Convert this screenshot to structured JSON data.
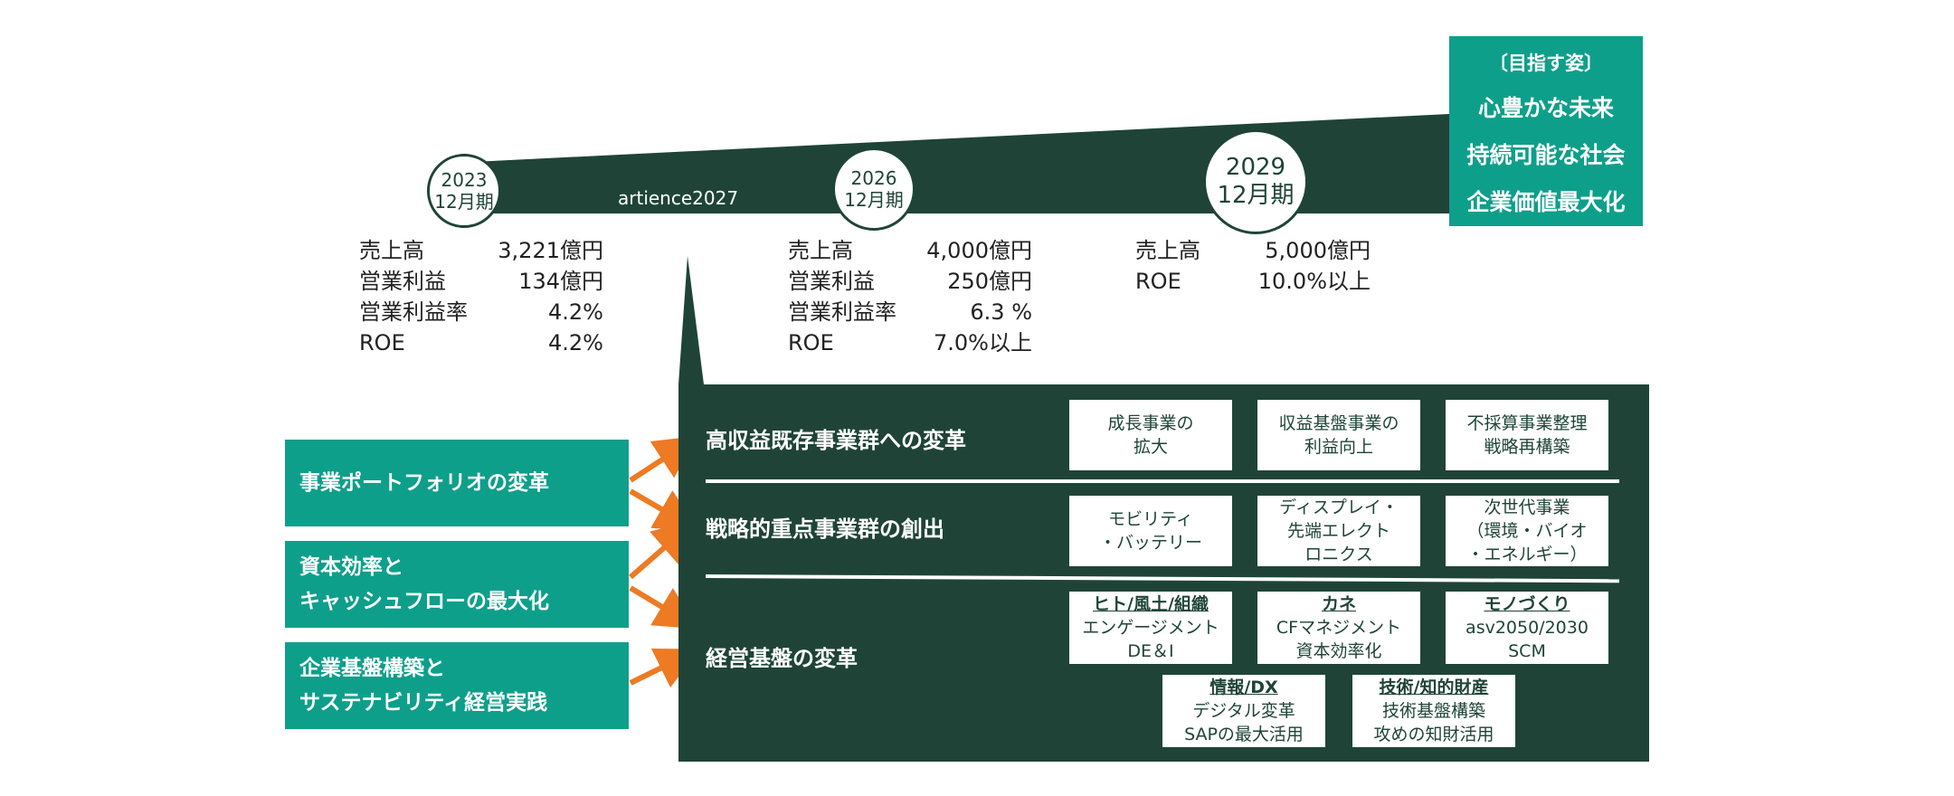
{
  "timeline": {
    "plan_name": "artience2027",
    "points": [
      {
        "year": "2023",
        "period": "12月期"
      },
      {
        "year": "2026",
        "period": "12月期"
      },
      {
        "year": "2029",
        "period": "12月期"
      }
    ]
  },
  "goal": {
    "heading": "〔目指す姿〕",
    "lines": [
      "心豊かな未来",
      "持続可能な社会",
      "企業価値最大化"
    ]
  },
  "metrics": {
    "y2023": [
      {
        "label": "売上高",
        "value": "3,221億円"
      },
      {
        "label": "営業利益",
        "value": "134億円"
      },
      {
        "label": "営業利益率",
        "value": "4.2%"
      },
      {
        "label": "ROE",
        "value": "4.2%"
      }
    ],
    "y2026": [
      {
        "label": "売上高",
        "value": "4,000億円"
      },
      {
        "label": "営業利益",
        "value": "250億円"
      },
      {
        "label": "営業利益率",
        "value": "6.3 %"
      },
      {
        "label": "ROE",
        "value": "7.0%以上"
      }
    ],
    "y2029": [
      {
        "label": "売上高",
        "value": "5,000億円"
      },
      {
        "label": "ROE",
        "value": "10.0%以上"
      }
    ]
  },
  "policies": [
    {
      "lines": [
        "事業ポートフォリオの変革"
      ]
    },
    {
      "lines": [
        "資本効率と",
        "キャッシュフローの最大化"
      ]
    },
    {
      "lines": [
        "企業基盤構築と",
        "サステナビリティ経営実践"
      ]
    }
  ],
  "sections": [
    {
      "title": "高収益既存事業群への変革",
      "boxes": [
        {
          "lines": [
            "成長事業の",
            "拡大"
          ]
        },
        {
          "lines": [
            "収益基盤事業の",
            "利益向上"
          ]
        },
        {
          "lines": [
            "不採算事業整理",
            "戦略再構築"
          ]
        }
      ]
    },
    {
      "title": "戦略的重点事業群の創出",
      "boxes": [
        {
          "lines": [
            "モビリティ",
            "・バッテリー"
          ]
        },
        {
          "lines": [
            "ディスプレイ・",
            "先端エレクト",
            "ロニクス"
          ]
        },
        {
          "lines": [
            "次世代事業",
            "（環境・バイオ",
            "・エネルギー）"
          ]
        }
      ]
    },
    {
      "title": "経営基盤の変革",
      "boxes": [
        {
          "heading": "ヒト/風土/組織",
          "lines": [
            "エンゲージメント",
            "DE＆I"
          ]
        },
        {
          "heading": "カネ",
          "lines": [
            "CFマネジメント",
            "資本効率化"
          ]
        },
        {
          "heading": "モノづくり",
          "lines": [
            "asv2050/2030",
            "SCM"
          ]
        },
        {
          "heading": "情報/DX",
          "lines": [
            "デジタル変革",
            "SAPの最大活用"
          ]
        },
        {
          "heading": "技術/知的財産",
          "lines": [
            "技術基盤構築",
            "攻めの知財活用"
          ]
        }
      ]
    }
  ],
  "colors": {
    "dark_green": "#1f4437",
    "teal": "#0e9f8a",
    "arrow_orange": "#ee7a23"
  }
}
